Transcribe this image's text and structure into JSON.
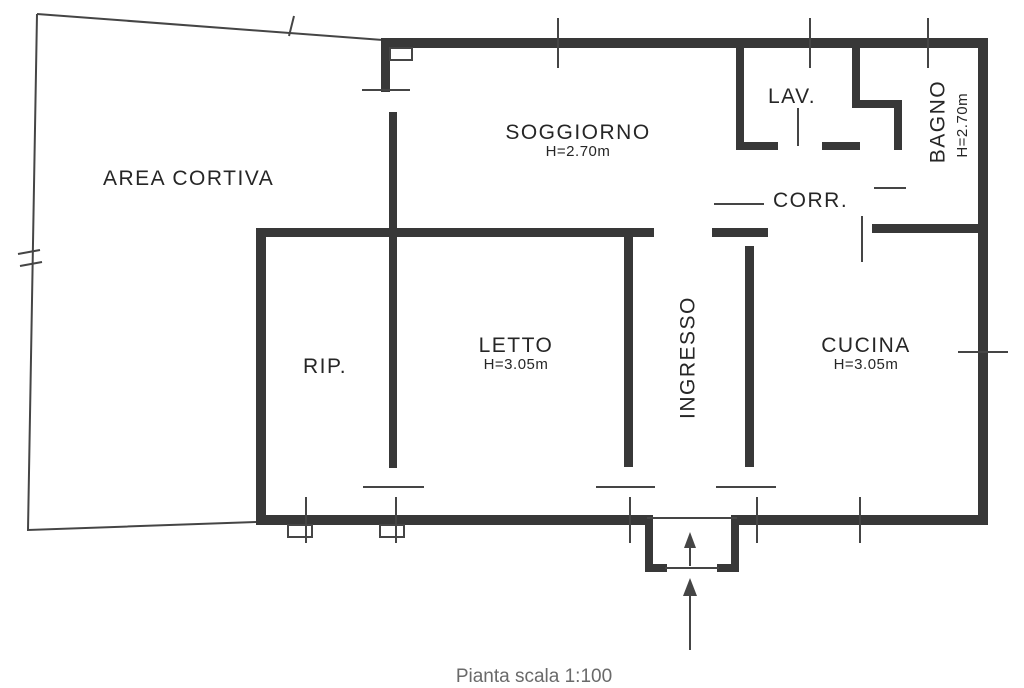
{
  "drawing": {
    "outdoor_area": {
      "label": "AREA CORTIVA"
    },
    "rooms": {
      "soggiorno": {
        "label": "SOGGIORNO",
        "height": "H=2.70m"
      },
      "lav": {
        "label": "LAV."
      },
      "bagno": {
        "label": "BAGNO",
        "height": "H=2.70m"
      },
      "corr": {
        "label": "CORR."
      },
      "rip": {
        "label": "RIP."
      },
      "letto": {
        "label": "LETTO",
        "height": "H=3.05m"
      },
      "ingresso": {
        "label": "INGRESSO"
      },
      "cucina": {
        "label": "CUCINA",
        "height": "H=3.05m"
      }
    },
    "footer_caption": "Pianta scala 1:100",
    "colors": {
      "wall": "#383838",
      "line": "#454545",
      "text": "#262626",
      "caption": "#6a6a6a",
      "background": "#ffffff"
    }
  }
}
